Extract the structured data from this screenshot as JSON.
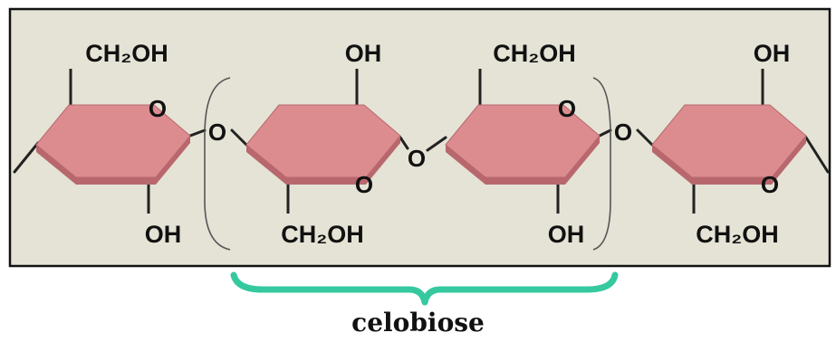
{
  "colors": {
    "panel_background": "#e4e3d5",
    "panel_border": "#111111",
    "ring_top": "#dc8c8f",
    "ring_side": "#b8686d",
    "bond": "#222222",
    "bracket": "#555555",
    "brace": "#36c9a0"
  },
  "rings": [
    {
      "top_group": "CH₂OH",
      "bottom_group": "OH",
      "ring_oxygen": "O"
    },
    {
      "top_group": "OH",
      "bottom_group": "CH₂OH",
      "ring_oxygen": "O"
    },
    {
      "top_group": "CH₂OH",
      "bottom_group": "OH",
      "ring_oxygen": "O"
    },
    {
      "top_group": "OH",
      "bottom_group": "CH₂OH",
      "ring_oxygen": "O"
    }
  ],
  "glycosidic_oxygen": "O",
  "caption": "celobiose"
}
